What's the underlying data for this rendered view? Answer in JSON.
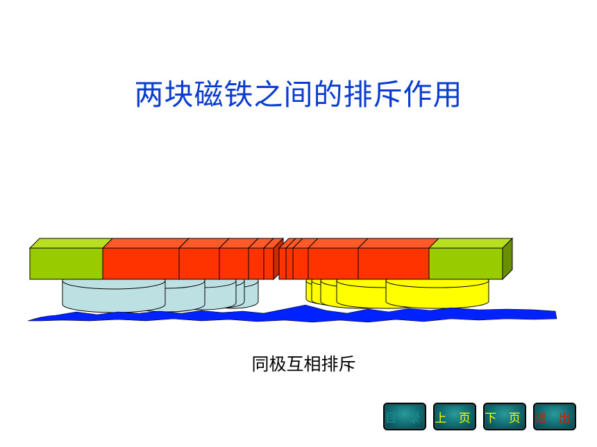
{
  "slide": {
    "title": "两块磁铁之间的排斥作用",
    "caption": "同极互相排斥"
  },
  "nav": {
    "contents_label": "目 录",
    "prev_label": "上 页",
    "next_label": "下 页",
    "exit_label": "退 出"
  },
  "colors": {
    "title": "#0a3ccf",
    "magnet_end": "#99cc00",
    "magnet_body": "#ff3300",
    "left_float": "#bde0e3",
    "right_float": "#ffff00",
    "water": "#0022ff",
    "contents_text": "#1a8c8c",
    "prev_text": "#ffff00",
    "next_text": "#ffff00",
    "exit_text": "#cc2200"
  }
}
